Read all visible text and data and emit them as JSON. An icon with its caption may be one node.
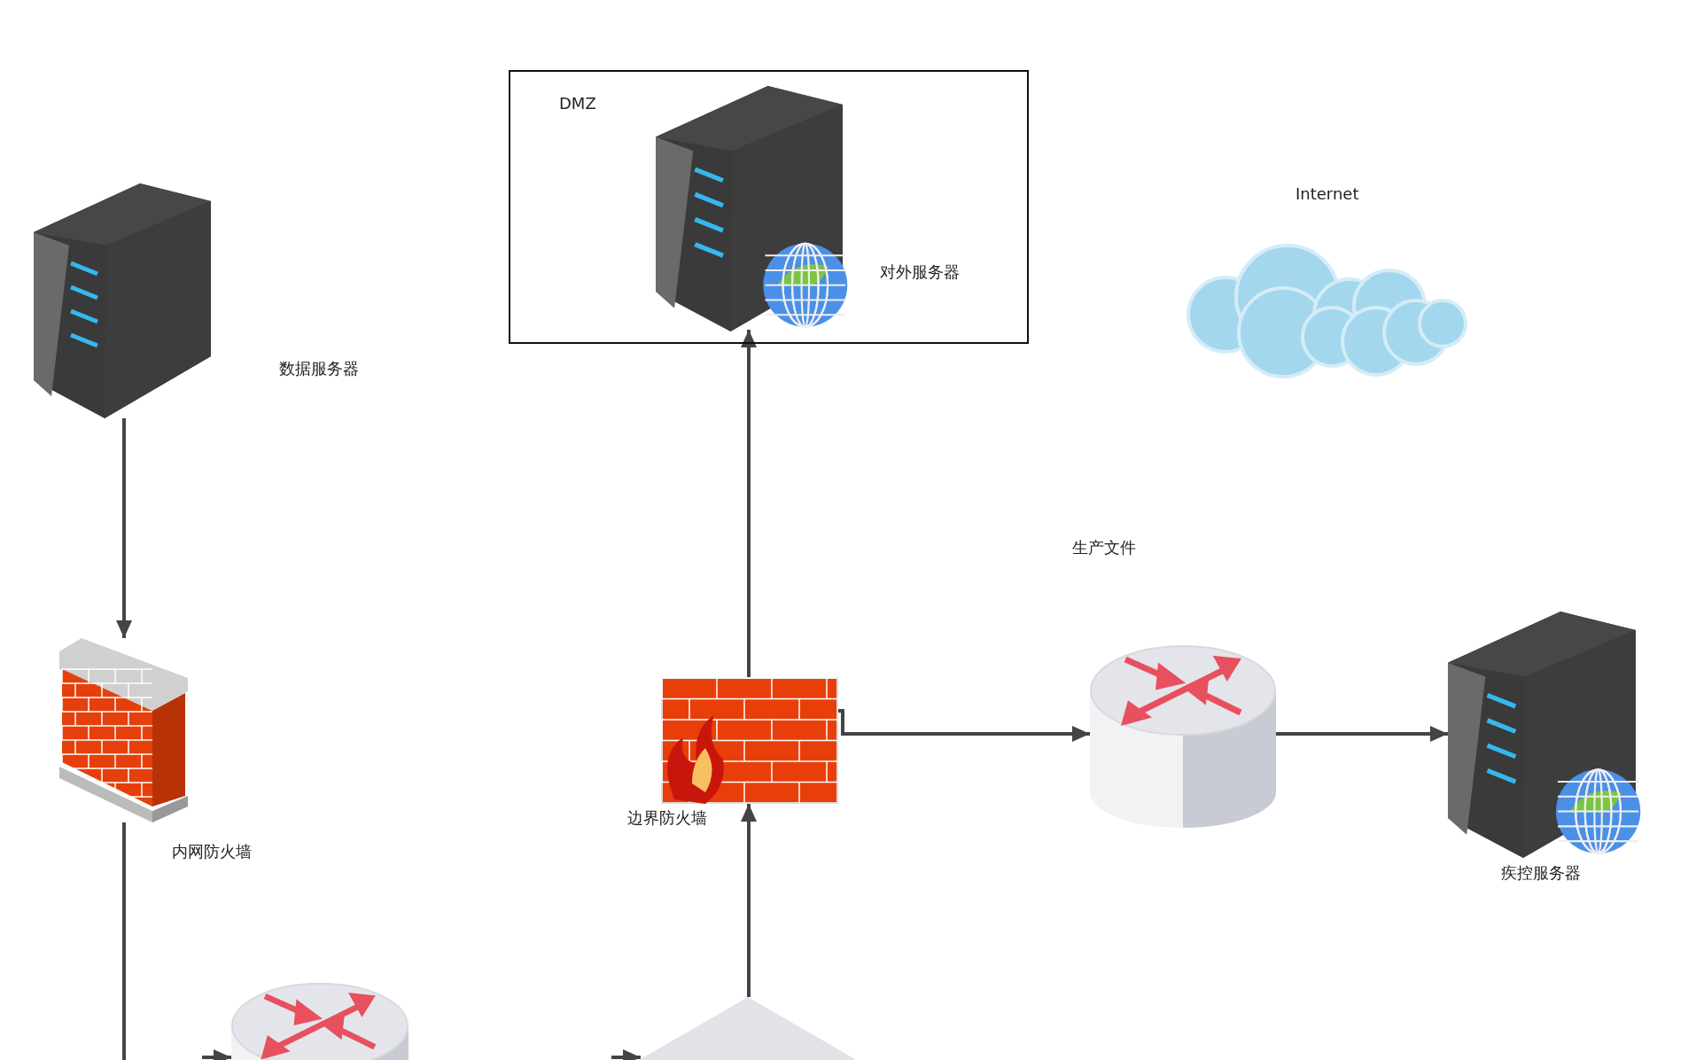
{
  "diagram": {
    "nodes": [
      {
        "text": [
          "DMZ"
        ]
      },
      {
        "text": [],
        "shape": "picture",
        "in": 0
      },
      {
        "text": [],
        "shape": "picture"
      },
      {
        "text": [
          "内网防火墙"
        ]
      },
      {
        "text": [
          "边界防火墙"
        ]
      },
      {
        "text": [],
        "shape": "picture"
      },
      {
        "text": [
          "疾控服务器"
        ]
      },
      {
        "text": [
          "Internet"
        ]
      },
      {
        "text": [],
        "shape": "picture"
      },
      {
        "text": [],
        "shape": "picture"
      }
    ],
    "edges": [
      {
        "from": 2,
        "to": 3,
        "arrow": "to"
      },
      {
        "from": 3,
        "to": null,
        "arrow": "none"
      },
      {
        "from": 4,
        "to": 1,
        "arrow": "to"
      },
      {
        "from": 9,
        "to": 4,
        "arrow": "to"
      },
      {
        "from": 4,
        "to": 5,
        "arrow": "to"
      },
      {
        "from": 5,
        "to": 6,
        "arrow": "to"
      },
      {
        "from": null,
        "to": 8,
        "arrow": "to"
      },
      {
        "from": null,
        "to": 9,
        "arrow": "to"
      }
    ],
    "labels": [
      "对外服务器",
      "数据服务器",
      "生产文件"
    ]
  }
}
